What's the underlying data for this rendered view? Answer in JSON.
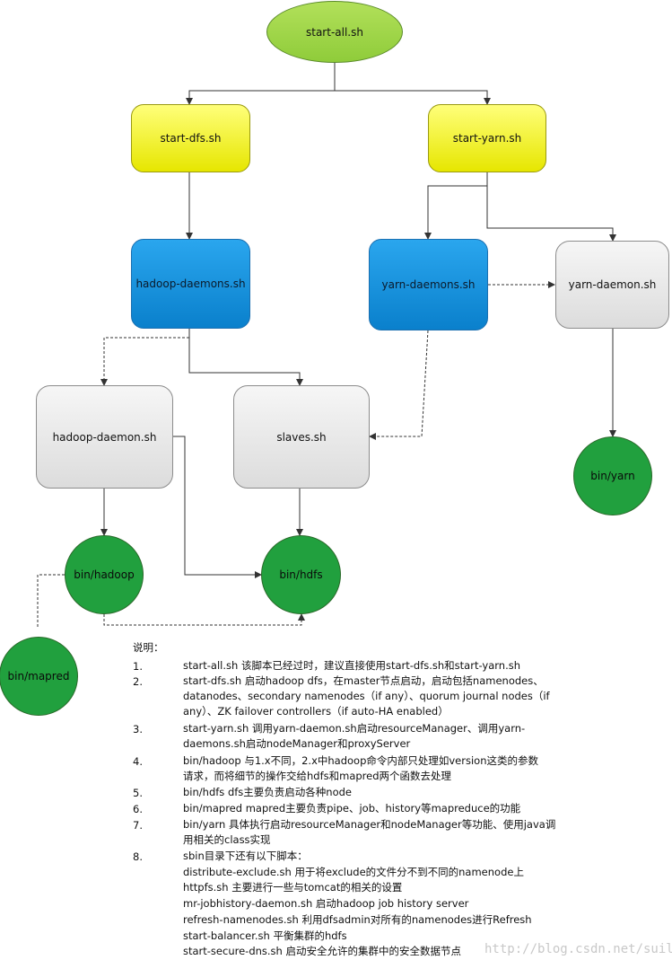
{
  "nodes": {
    "start_all": "start-all.sh",
    "start_dfs": "start-dfs.sh",
    "start_yarn": "start-yarn.sh",
    "hadoop_daemons": "hadoop-daemons.sh",
    "yarn_daemons": "yarn-daemons.sh",
    "yarn_daemon": "yarn-daemon.sh",
    "hadoop_daemon": "hadoop-daemon.sh",
    "slaves": "slaves.sh",
    "bin_yarn": "bin/yarn",
    "bin_hadoop": "bin/hadoop",
    "bin_hdfs": "bin/hdfs",
    "bin_mapred": "bin/mapred"
  },
  "notes": {
    "heading": "说明：",
    "items": [
      {
        "num": "1.",
        "lines": [
          "start-all.sh 该脚本已经过时，建议直接使用start-dfs.sh和start-yarn.sh"
        ]
      },
      {
        "num": "2.",
        "lines": [
          "start-dfs.sh 启动hadoop  dfs，在master节点启动，启动包括namenodes、",
          "datanodes、secondary namenodes（if any）、quorum journal nodes（if",
          "any）、ZK failover controllers（if auto-HA enabled）"
        ]
      },
      {
        "num": "3.",
        "lines": [
          "start-yarn.sh 调用yarn-daemon.sh启动resourceManager、调用yarn-",
          "daemons.sh启动nodeManager和proxyServer"
        ]
      },
      {
        "num": "4.",
        "lines": [
          "bin/hadoop 与1.x不同，2.x中hadoop命令内部只处理如version这类的参数",
          "请求，而将细节的操作交给hdfs和mapred两个函数去处理"
        ]
      },
      {
        "num": "5.",
        "lines": [
          "bin/hdfs dfs主要负责启动各种node"
        ]
      },
      {
        "num": "6.",
        "lines": [
          "bin/mapred mapred主要负责pipe、job、history等mapreduce的功能"
        ]
      },
      {
        "num": "7.",
        "lines": [
          "bin/yarn 具体执行启动resourceManager和nodeManager等功能、使用java调",
          "用相关的class实现"
        ]
      },
      {
        "num": "8.",
        "lines": [
          "sbin目录下还有以下脚本：",
          "distribute-exclude.sh 用于将exclude的文件分不到不同的namenode上",
          "httpfs.sh 主要进行一些与tomcat的相关的设置",
          "mr-jobhistory-daemon.sh 启动hadoop job history server",
          "refresh-namenodes.sh 利用dfsadmin对所有的namenodes进行Refresh",
          "start-balancer.sh 平衡集群的hdfs",
          "start-secure-dns.sh 启动安全允许的集群中的安全数据节点"
        ]
      }
    ]
  },
  "watermark": "http://blog.csdn.net/suileisl",
  "colors": {
    "oval_fill": "#9fd84a",
    "yellow_fill": "#f2f21a",
    "blue_fill": "#1496e0",
    "gray_fill": "#e8e8e8",
    "circle_fill": "#21a03e",
    "connector": "#333333"
  }
}
